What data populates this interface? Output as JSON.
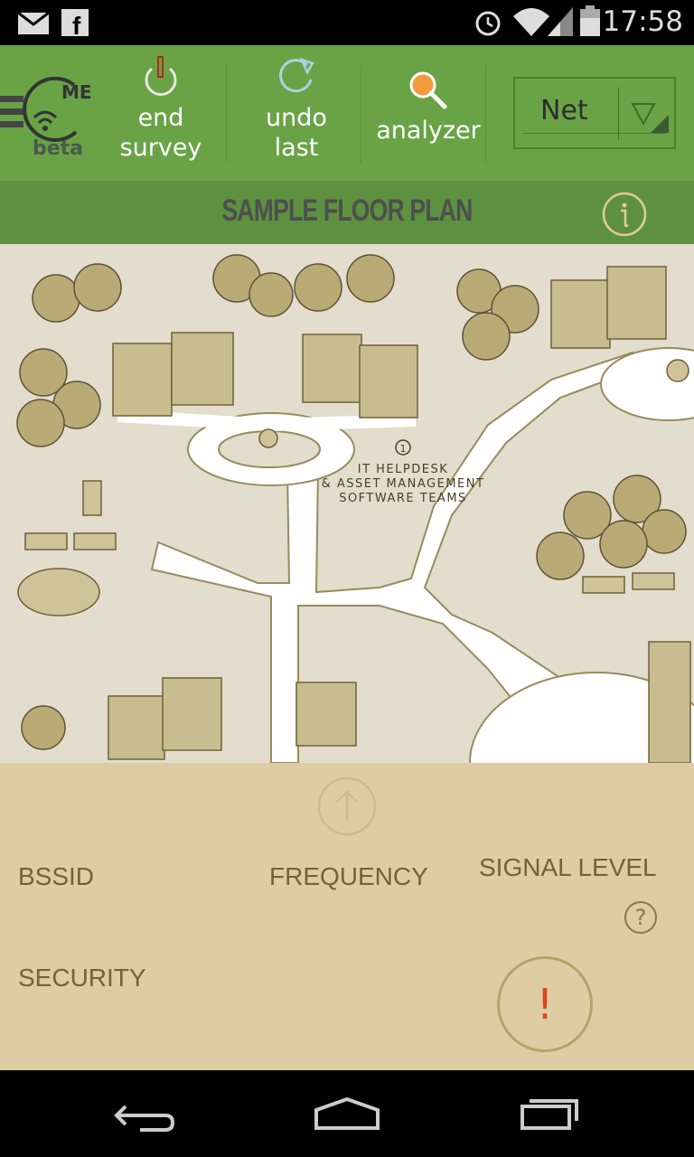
{
  "status_bar": {
    "time": "17:58",
    "icons": [
      "mail-icon",
      "facebook-icon",
      "alarm-icon",
      "wifi-icon",
      "signal-icon",
      "battery-icon"
    ]
  },
  "toolbar": {
    "logo_text": "ME",
    "logo_sub": "beta",
    "end_survey": "end\nsurvey",
    "end_survey_l1": "end",
    "end_survey_l2": "survey",
    "undo_l1": "undo",
    "undo_l2": "last",
    "analyzer": "analyzer",
    "network_select": "Net"
  },
  "title_bar": {
    "title": "SAMPLE FLOOR PLAN"
  },
  "map": {
    "marker_number": "1",
    "label_lines": [
      "IT HELPDESK",
      "& ASSET MANAGEMENT",
      "SOFTWARE TEAMS"
    ]
  },
  "panel": {
    "bssid": "BSSID",
    "frequency": "FREQUENCY",
    "signal_level": "SIGNAL LEVEL",
    "security": "SECURITY",
    "help": "?",
    "alert": "!"
  },
  "colors": {
    "toolbar": "#69a346",
    "titlebar": "#5d9140",
    "map_bg": "#e2ddcd",
    "panel": "#decda4",
    "accent_orange": "#f39a3c",
    "alert_red": "#e0441c"
  }
}
